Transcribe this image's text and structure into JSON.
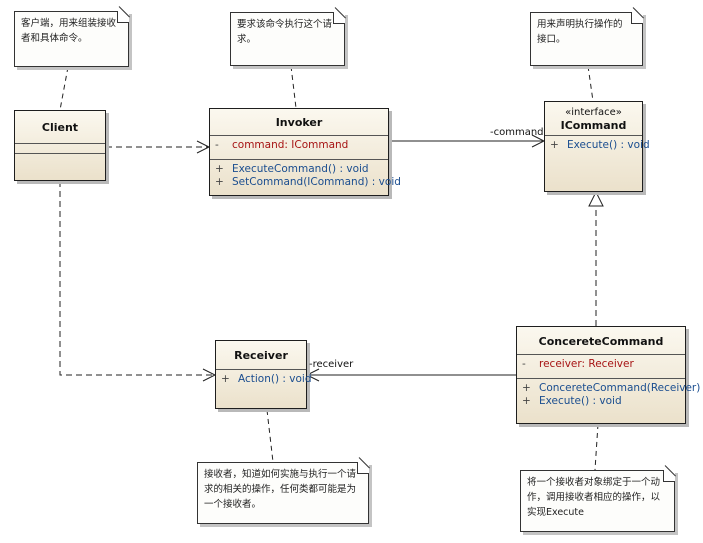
{
  "notes": {
    "client": "客户端，用来组装接收者和具体命令。",
    "invoker": "要求该命令执行这个请求。",
    "icommand": "用来声明执行操作的接口。",
    "receiver": "接收者，知道如何实施与执行一个请求的相关的操作，任何类都可能是为一个接收者。",
    "concrete": "将一个接收者对象绑定于一个动作，调用接收者相应的操作，以实现Execute"
  },
  "classes": {
    "client": {
      "name": "Client"
    },
    "invoker": {
      "name": "Invoker",
      "attributes": [
        {
          "vis": "-",
          "text": "command:  ICommand"
        }
      ],
      "operations": [
        {
          "vis": "+",
          "text": "ExecuteCommand() : void"
        },
        {
          "vis": "+",
          "text": "SetCommand(ICommand) : void"
        }
      ]
    },
    "icommand": {
      "stereotype": "«interface»",
      "name": "ICommand",
      "operations": [
        {
          "vis": "+",
          "text": "Execute() : void"
        }
      ]
    },
    "receiver": {
      "name": "Receiver",
      "operations": [
        {
          "vis": "+",
          "text": "Action() : void"
        }
      ]
    },
    "concrete": {
      "name": "ConcereteCommand",
      "attributes": [
        {
          "vis": "-",
          "text": "receiver:  Receiver"
        }
      ],
      "operations": [
        {
          "vis": "+",
          "text": "ConcereteCommand(Receiver)"
        },
        {
          "vis": "+",
          "text": "Execute() : void"
        }
      ]
    }
  },
  "labels": {
    "command_role": "-command",
    "receiver_role": "-receiver"
  }
}
